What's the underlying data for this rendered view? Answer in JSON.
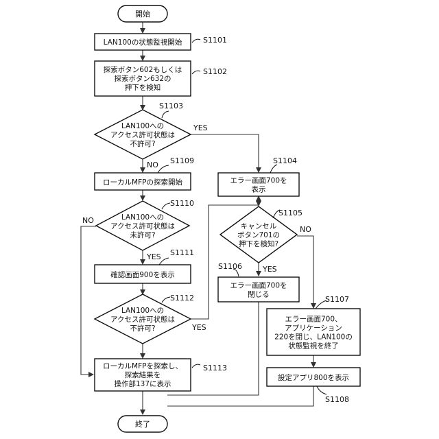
{
  "start": "開始",
  "end": "終了",
  "steps": {
    "s1101": {
      "label": "S1101",
      "lines": [
        "LAN100の状態監視開始"
      ]
    },
    "s1102": {
      "label": "S1102",
      "lines": [
        "探索ボタン602もしくは",
        "探索ボタン632の",
        "押下を検知"
      ]
    },
    "s1103": {
      "label": "S1103",
      "lines": [
        "LAN100への",
        "アクセス許可状態は",
        "不許可?"
      ]
    },
    "s1104": {
      "label": "S1104",
      "lines": [
        "エラー画面700を",
        "表示"
      ]
    },
    "s1105": {
      "label": "S1105",
      "lines": [
        "キャンセル",
        "ボタン701の",
        "押下を検知?"
      ]
    },
    "s1106": {
      "label": "S1106",
      "lines": [
        "エラー画面700を",
        "閉じる"
      ]
    },
    "s1107": {
      "label": "S1107",
      "lines": [
        "エラー画面700、",
        "アプリケーション",
        "220を閉じ、LAN100の",
        "状態監視を終了"
      ]
    },
    "s1108": {
      "label": "S1108",
      "lines": [
        "設定アプリ800を表示"
      ]
    },
    "s1109": {
      "label": "S1109",
      "lines": [
        "ローカルMFPの探索開始"
      ]
    },
    "s1110": {
      "label": "S1110",
      "lines": [
        "LAN100への",
        "アクセス許可状態は",
        "未許可?"
      ]
    },
    "s1111": {
      "label": "S1111",
      "lines": [
        "確認画面900を表示"
      ]
    },
    "s1112": {
      "label": "S1112",
      "lines": [
        "LAN100への",
        "アクセス許可状態は",
        "不許可?"
      ]
    },
    "s1113": {
      "label": "S1113",
      "lines": [
        "ローカルMFPを探索し、",
        "探索結果を",
        "操作部137に表示"
      ]
    }
  },
  "branches": {
    "yes": "YES",
    "no": "NO"
  }
}
